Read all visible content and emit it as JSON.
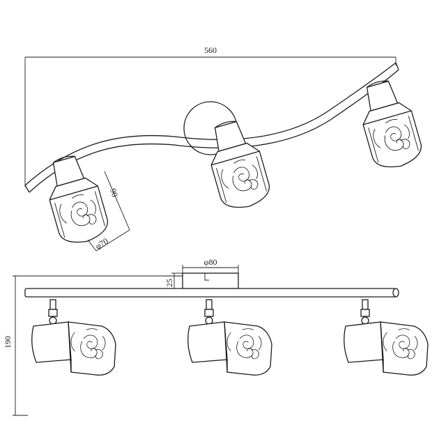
{
  "drawing": {
    "dimensions": {
      "total_length": "560",
      "shade_height": "90",
      "shade_diameter": "φ70",
      "canopy_diameter": "φ80",
      "canopy_height": "25",
      "overall_height": "190"
    }
  }
}
